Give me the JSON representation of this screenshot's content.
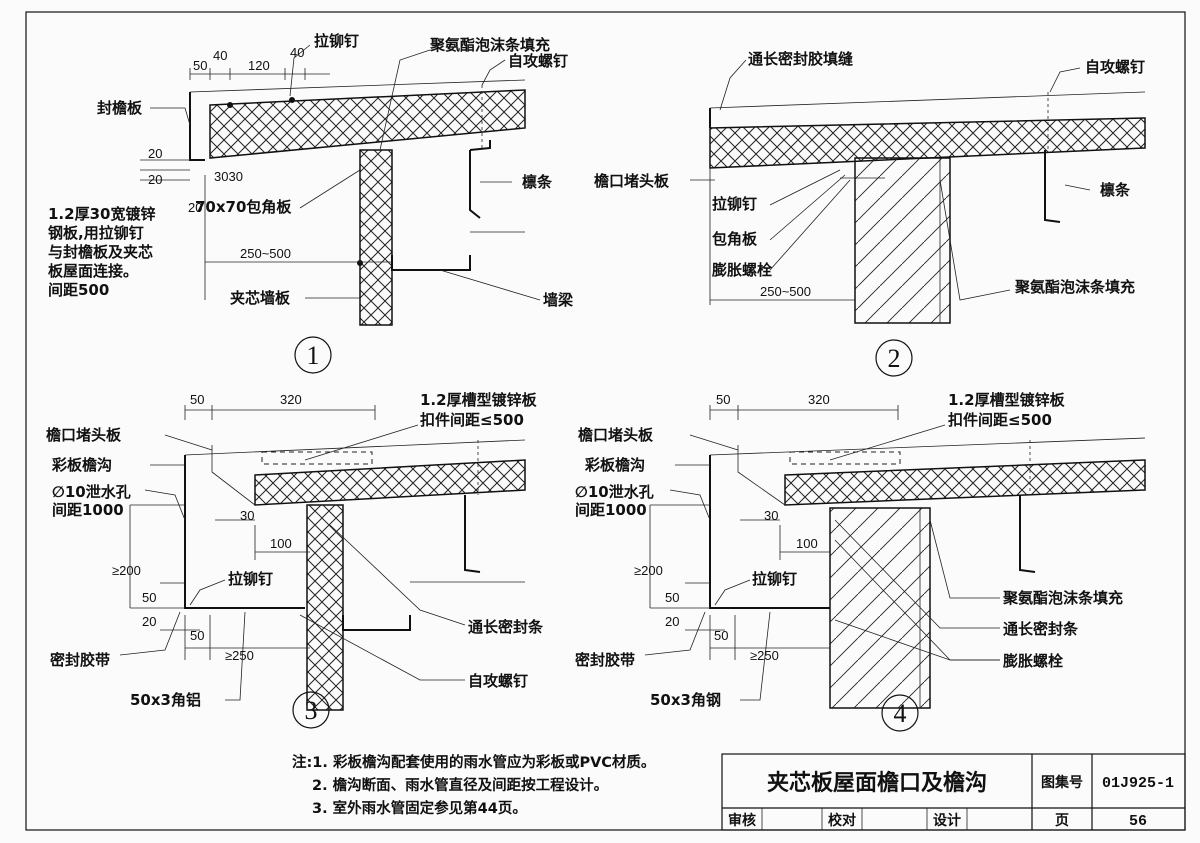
{
  "detail1": {
    "number": "1",
    "labels": {
      "rivet": "拉铆钉",
      "foam_fill": "聚氨酯泡沫条填充",
      "self_tap_screw": "自攻螺钉",
      "eave_board": "封檐板",
      "purlin": "檩条",
      "corner_plate": "70x70包角板",
      "note_line1": "1.2厚30宽镀锌",
      "note_line2": "钢板,用拉铆钉",
      "note_line3": "与封檐板及夹芯",
      "note_line4": "板屋面连接。",
      "note_line5": "间距500",
      "wall_panel": "夹芯墙板",
      "wall_beam": "墙梁"
    },
    "dims": {
      "d50": "50",
      "d40a": "40",
      "d120": "120",
      "d40b": "40",
      "d20a": "20",
      "d20b": "20",
      "d20c": "20",
      "d3030": "3030",
      "span": "250~500"
    }
  },
  "detail2": {
    "number": "2",
    "labels": {
      "sealant": "通长密封胶填缝",
      "self_tap_screw": "自攻螺钉",
      "eave_plug": "檐口堵头板",
      "purlin": "檩条",
      "rivet": "拉铆钉",
      "corner_plate": "包角板",
      "expansion_bolt": "膨胀螺栓",
      "foam_fill": "聚氨酯泡沫条填充"
    },
    "dims": {
      "span": "250~500"
    }
  },
  "detail3": {
    "number": "3",
    "labels": {
      "gutter_plate_l1": "1.2厚槽型镀锌板",
      "gutter_plate_l2": "扣件间距≤500",
      "eave_plug": "檐口堵头板",
      "color_gutter": "彩板檐沟",
      "drain_hole_l1": "∅10泄水孔",
      "drain_hole_l2": "间距1000",
      "rivet": "拉铆钉",
      "seal_tape": "密封胶带",
      "aluminum_angle": "50x3角铝",
      "seal_strip": "通长密封条",
      "self_tap_screw": "自攻螺钉"
    },
    "dims": {
      "d50": "50",
      "d320": "320",
      "d30": "30",
      "d100": "100",
      "d200": "≥200",
      "d50v": "50",
      "d20": "20",
      "d50b": "50",
      "d250": "≥250"
    }
  },
  "detail4": {
    "number": "4",
    "labels": {
      "gutter_plate_l1": "1.2厚槽型镀锌板",
      "gutter_plate_l2": "扣件间距≤500",
      "eave_plug": "檐口堵头板",
      "color_gutter": "彩板檐沟",
      "drain_hole_l1": "∅10泄水孔",
      "drain_hole_l2": "间距1000",
      "rivet": "拉铆钉",
      "foam_fill": "聚氨酯泡沫条填充",
      "seal_strip": "通长密封条",
      "seal_tape": "密封胶带",
      "expansion_bolt": "膨胀螺栓",
      "steel_angle": "50x3角钢"
    },
    "dims": {
      "d50": "50",
      "d320": "320",
      "d30": "30",
      "d100": "100",
      "d200": "≥200",
      "d50v": "50",
      "d20": "20",
      "d50b": "50",
      "d250": "≥250"
    }
  },
  "notes": [
    "注:1. 彩板檐沟配套使用的雨水管应为彩板或PVC材质。",
    "2. 檐沟断面、雨水管直径及间距按工程设计。",
    "3. 室外雨水管固定参见第44页。"
  ],
  "title_block": {
    "title": "夹芯板屋面檐口及檐沟",
    "atlas_label": "图集号",
    "atlas_value": "01J925-1",
    "review": "审核",
    "check": "校对",
    "design": "设计",
    "page_label": "页",
    "page_value": "56"
  }
}
